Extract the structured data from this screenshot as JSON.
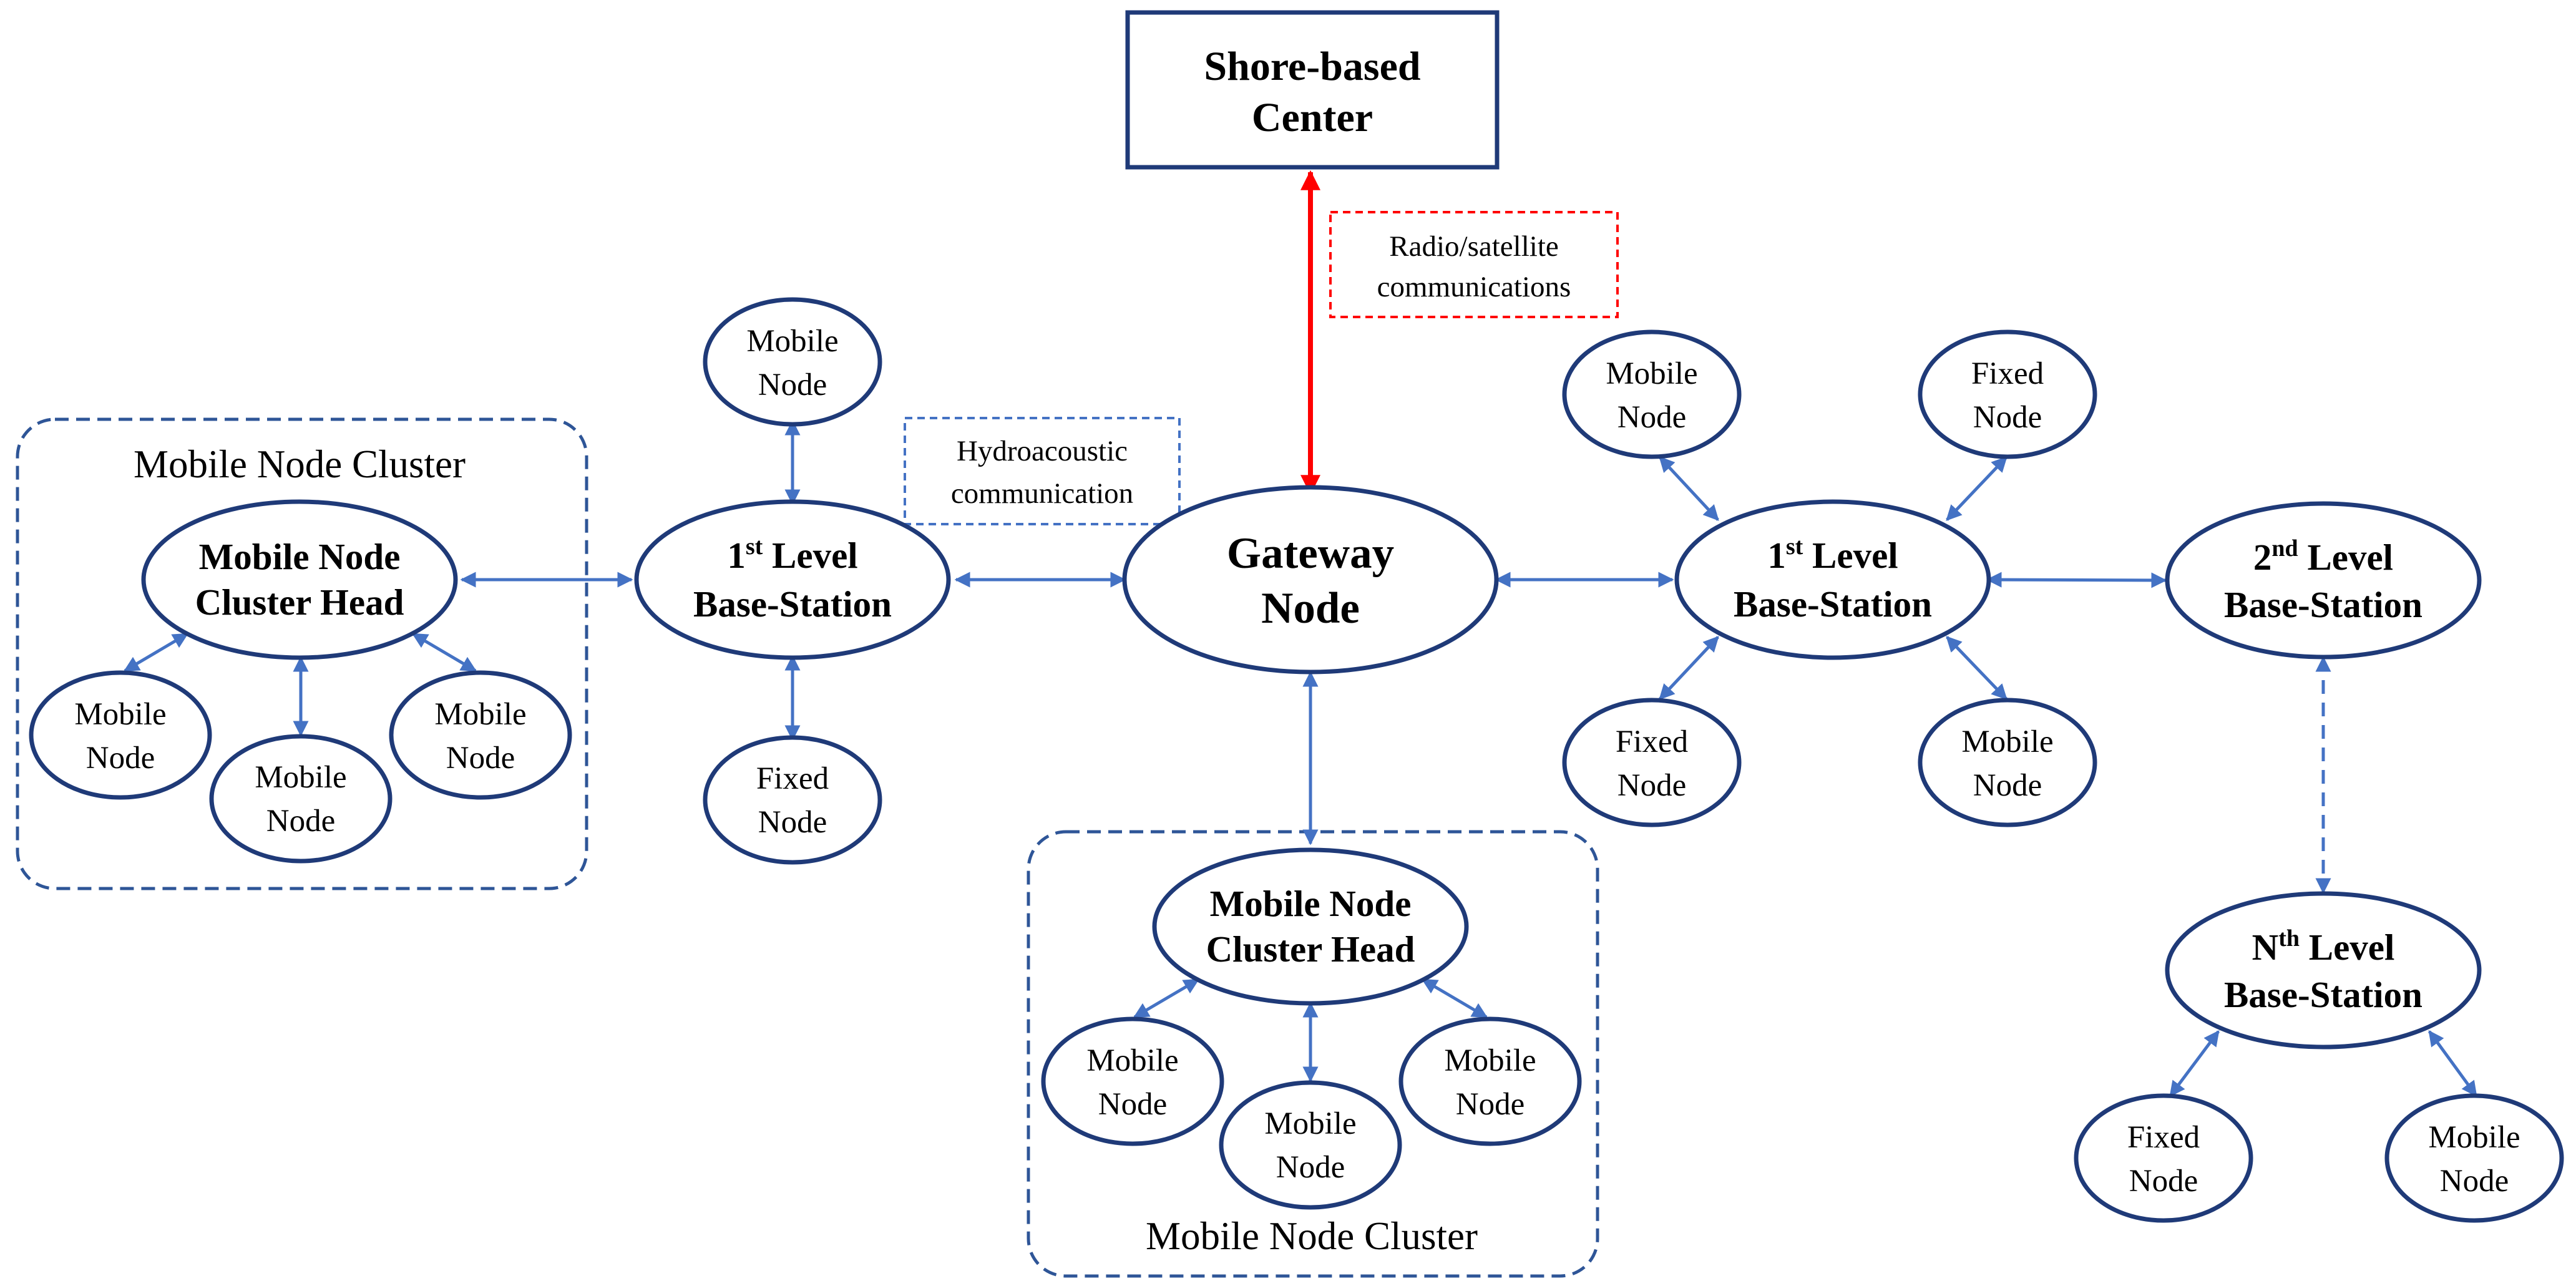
{
  "shore_center": {
    "line1": "Shore-based",
    "line2": "Center"
  },
  "radio_label": {
    "line1": "Radio/satellite",
    "line2": "communications"
  },
  "hydro_label": {
    "line1": "Hydroacoustic",
    "line2": "communication"
  },
  "gateway": {
    "line1": "Gateway",
    "line2": "Node"
  },
  "left_cluster": {
    "title": "Mobile Node Cluster",
    "head": {
      "line1": "Mobile Node",
      "line2": "Cluster Head"
    },
    "members": [
      {
        "line1": "Mobile",
        "line2": "Node"
      },
      {
        "line1": "Mobile",
        "line2": "Node"
      },
      {
        "line1": "Mobile",
        "line2": "Node"
      }
    ]
  },
  "bottom_cluster": {
    "title": "Mobile Node Cluster",
    "head": {
      "line1": "Mobile Node",
      "line2": "Cluster Head"
    },
    "members": [
      {
        "line1": "Mobile",
        "line2": "Node"
      },
      {
        "line1": "Mobile",
        "line2": "Node"
      },
      {
        "line1": "Mobile",
        "line2": "Node"
      }
    ]
  },
  "left_bs": {
    "num": "1",
    "sup": "st",
    "level": " Level",
    "line2": "Base-Station",
    "top": {
      "line1": "Mobile",
      "line2": "Node"
    },
    "bottom": {
      "line1": "Fixed",
      "line2": "Node"
    }
  },
  "right_bs1": {
    "num": "1",
    "sup": "st",
    "level": " Level",
    "line2": "Base-Station",
    "top_left": {
      "line1": "Mobile",
      "line2": "Node"
    },
    "top_right": {
      "line1": "Fixed",
      "line2": "Node"
    },
    "bottom_left": {
      "line1": "Fixed",
      "line2": "Node"
    },
    "bottom_right": {
      "line1": "Mobile",
      "line2": "Node"
    }
  },
  "bs2": {
    "num": "2",
    "sup": "nd",
    "level": " Level",
    "line2": "Base-Station"
  },
  "bsn": {
    "num": "N",
    "sup": "th",
    "level": " Level",
    "line2": "Base-Station",
    "left": {
      "line1": "Fixed",
      "line2": "Node"
    },
    "right": {
      "line1": "Mobile",
      "line2": "Node"
    }
  },
  "colors": {
    "node_border": "#1f3a78",
    "link_blue": "#4472c4",
    "satellite_red": "#ff0000",
    "cluster_border": "#2e5597"
  }
}
